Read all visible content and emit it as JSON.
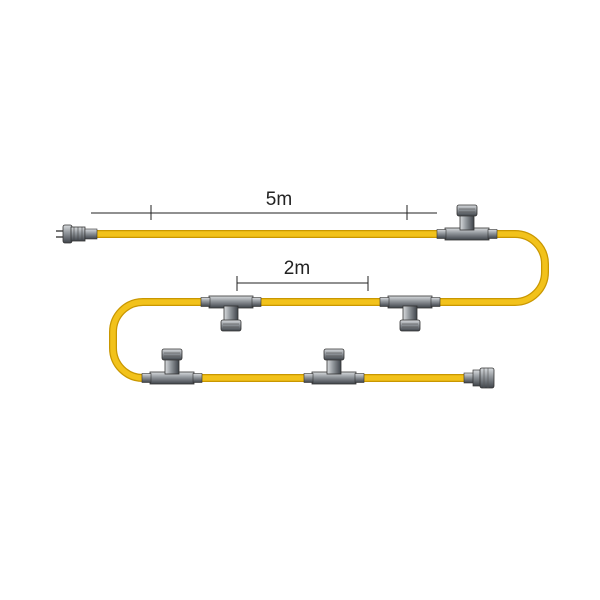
{
  "diagram": {
    "dimensions": [
      {
        "id": "lead",
        "label": "5m"
      },
      {
        "id": "spacing",
        "label": "2m"
      }
    ],
    "colors": {
      "cable": "#f2c21b",
      "cable_outline": "#c99700",
      "connector": "#8f9499",
      "connector_dark": "#4a4f55",
      "dimension_line": "#222222"
    },
    "components": [
      "plug",
      "tee-connector",
      "tee-connector",
      "tee-connector",
      "tee-connector",
      "tee-connector",
      "end-socket"
    ]
  }
}
